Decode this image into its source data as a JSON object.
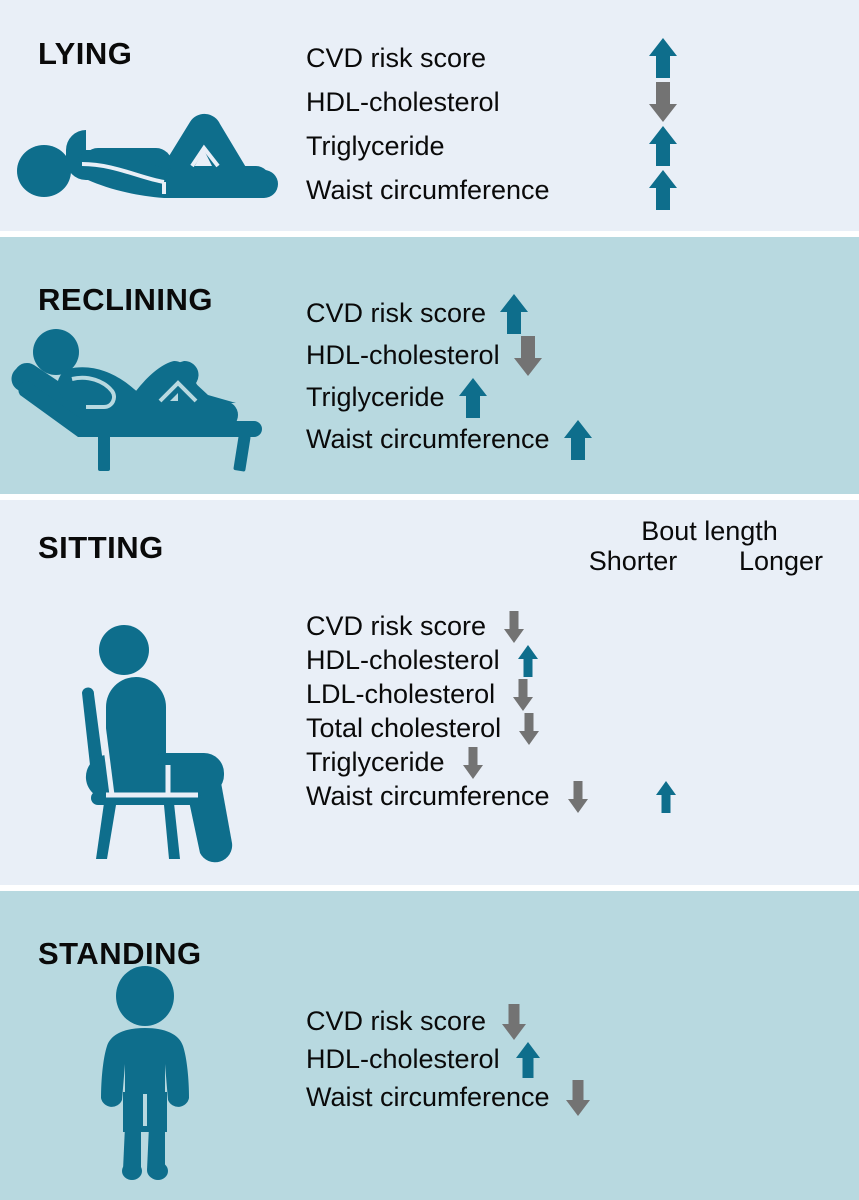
{
  "colors": {
    "teal": "#0e6e8c",
    "gray": "#737373",
    "panel_light": "#e9eff7",
    "panel_blue": "#b8d9e0",
    "text": "#0a0a0a"
  },
  "panels": [
    {
      "id": "lying",
      "title": "LYING",
      "figure_icon": "person-lying-icon",
      "background": "#e9eff7",
      "has_bout_header": false,
      "rows": [
        {
          "label": "CVD risk score",
          "arrow": "up",
          "arrow_color": "#0e6e8c",
          "arrow_size": "large",
          "second_arrow": null
        },
        {
          "label": "HDL-cholesterol",
          "arrow": "down",
          "arrow_color": "#737373",
          "arrow_size": "large",
          "second_arrow": null
        },
        {
          "label": "Triglyceride",
          "arrow": "up",
          "arrow_color": "#0e6e8c",
          "arrow_size": "large",
          "second_arrow": null
        },
        {
          "label": "Waist circumference",
          "arrow": "up",
          "arrow_color": "#0e6e8c",
          "arrow_size": "large",
          "second_arrow": null
        }
      ]
    },
    {
      "id": "reclining",
      "title": "RECLINING",
      "figure_icon": "person-reclining-icon",
      "background": "#b8d9e0",
      "has_bout_header": false,
      "rows": [
        {
          "label": "CVD risk score",
          "arrow": "up",
          "arrow_color": "#0e6e8c",
          "arrow_size": "large",
          "second_arrow": null
        },
        {
          "label": "HDL-cholesterol",
          "arrow": "down",
          "arrow_color": "#737373",
          "arrow_size": "large",
          "second_arrow": null
        },
        {
          "label": "Triglyceride",
          "arrow": "up",
          "arrow_color": "#0e6e8c",
          "arrow_size": "large",
          "second_arrow": null
        },
        {
          "label": "Waist circumference",
          "arrow": "up",
          "arrow_color": "#0e6e8c",
          "arrow_size": "large",
          "second_arrow": null
        }
      ]
    },
    {
      "id": "sitting",
      "title": "SITTING",
      "figure_icon": "person-sitting-icon",
      "background": "#e9eff7",
      "has_bout_header": true,
      "bout_header": {
        "title": "Bout length",
        "shorter": "Shorter",
        "longer": "Longer"
      },
      "rows": [
        {
          "label": "CVD risk score",
          "arrow": "down",
          "arrow_color": "#737373",
          "arrow_size": "small",
          "second_arrow": null
        },
        {
          "label": "HDL-cholesterol",
          "arrow": "up",
          "arrow_color": "#0e6e8c",
          "arrow_size": "small",
          "second_arrow": null
        },
        {
          "label": "LDL-cholesterol",
          "arrow": "down",
          "arrow_color": "#737373",
          "arrow_size": "small",
          "second_arrow": null
        },
        {
          "label": "Total cholesterol",
          "arrow": "down",
          "arrow_color": "#737373",
          "arrow_size": "small",
          "second_arrow": null
        },
        {
          "label": "Triglyceride",
          "arrow": "down",
          "arrow_color": "#737373",
          "arrow_size": "small",
          "second_arrow": null
        },
        {
          "label": "Waist circumference",
          "arrow": "down",
          "arrow_color": "#737373",
          "arrow_size": "small",
          "second_arrow": {
            "arrow": "up",
            "arrow_color": "#0e6e8c",
            "arrow_size": "small"
          }
        }
      ]
    },
    {
      "id": "standing",
      "title": "STANDING",
      "figure_icon": "person-standing-icon",
      "background": "#b8d9e0",
      "has_bout_header": false,
      "rows": [
        {
          "label": "CVD risk score",
          "arrow": "down",
          "arrow_color": "#737373",
          "arrow_size": "medium",
          "second_arrow": null
        },
        {
          "label": "HDL-cholesterol",
          "arrow": "up",
          "arrow_color": "#0e6e8c",
          "arrow_size": "medium",
          "second_arrow": null
        },
        {
          "label": "Waist circumference",
          "arrow": "down",
          "arrow_color": "#737373",
          "arrow_size": "medium",
          "second_arrow": null
        }
      ]
    }
  ]
}
